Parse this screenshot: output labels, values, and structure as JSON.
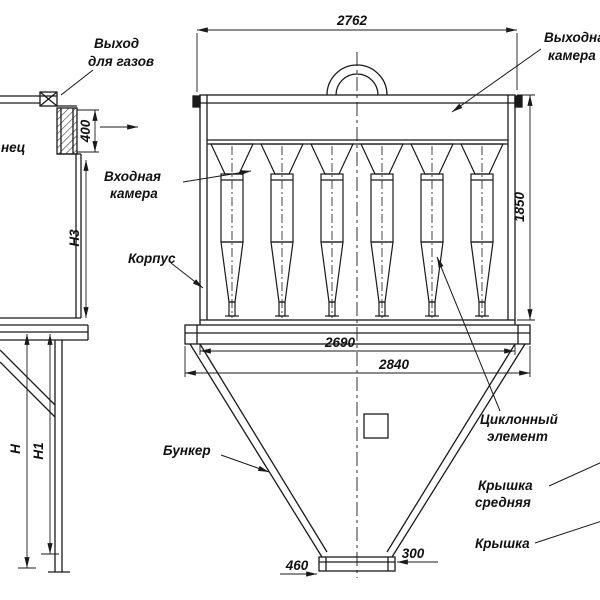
{
  "left_view": {
    "labels": {
      "gas_outlet_line1": "Выход",
      "gas_outlet_line2": "для газов",
      "flange_partial": "нец"
    },
    "dimensions": {
      "duct": "400",
      "h3": "Н3",
      "h": "Н",
      "h1": "Н1"
    }
  },
  "front_view": {
    "labels": {
      "outlet_chamber_line1": "Выходная",
      "outlet_chamber_line2": "камера",
      "inlet_chamber_line1": "Входная",
      "inlet_chamber_line2": "камера",
      "casing": "Корпус",
      "hopper": "Бункер",
      "cyclone_element_line1": "Циклонный",
      "cyclone_element_line2": "элемент",
      "cover_middle_line1": "Крышка",
      "cover_middle_line2": "средняя",
      "cover_bottom": "Крышка"
    },
    "dimensions": {
      "overall_width": "2762",
      "casing_height": "1850",
      "flange_width_inner": "2690",
      "flange_width_outer": "2840",
      "outlet_width": "460",
      "outlet_depth": "300"
    }
  },
  "colors": {
    "line": "#1a1a1a",
    "background": "#ffffff"
  }
}
